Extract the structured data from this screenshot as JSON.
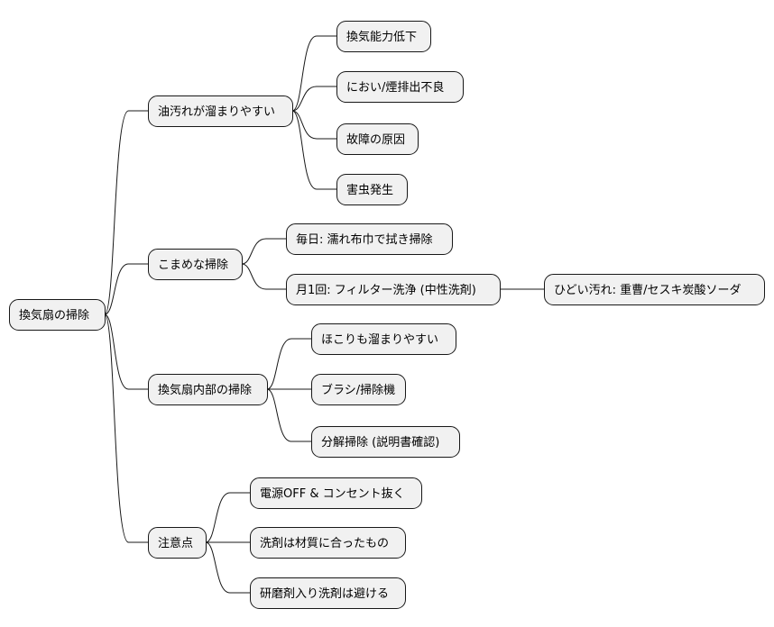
{
  "mindmap": {
    "root": {
      "id": "root",
      "label": "換気扇の掃除"
    },
    "nodes": [
      {
        "id": "oil",
        "parent": "root",
        "label": "油汚れが溜まりやすい"
      },
      {
        "id": "oil-1",
        "parent": "oil",
        "label": "換気能力低下"
      },
      {
        "id": "oil-2",
        "parent": "oil",
        "label": "におい/煙排出不良"
      },
      {
        "id": "oil-3",
        "parent": "oil",
        "label": "故障の原因"
      },
      {
        "id": "oil-4",
        "parent": "oil",
        "label": "害虫発生"
      },
      {
        "id": "daily",
        "parent": "root",
        "label": "こまめな掃除"
      },
      {
        "id": "daily-1",
        "parent": "daily",
        "label": "毎日: 濡れ布巾で拭き掃除"
      },
      {
        "id": "daily-2",
        "parent": "daily",
        "label": "月1回: フィルター洗浄 (中性洗剤)"
      },
      {
        "id": "daily-2-1",
        "parent": "daily-2",
        "label": "ひどい汚れ: 重曹/セスキ炭酸ソーダ"
      },
      {
        "id": "inner",
        "parent": "root",
        "label": "換気扇内部の掃除"
      },
      {
        "id": "inner-1",
        "parent": "inner",
        "label": "ほこりも溜まりやすい"
      },
      {
        "id": "inner-2",
        "parent": "inner",
        "label": "ブラシ/掃除機"
      },
      {
        "id": "inner-3",
        "parent": "inner",
        "label": "分解掃除 (説明書確認)"
      },
      {
        "id": "caution",
        "parent": "root",
        "label": "注意点"
      },
      {
        "id": "caution-1",
        "parent": "caution",
        "label": "電源OFF & コンセント抜く"
      },
      {
        "id": "caution-2",
        "parent": "caution",
        "label": "洗剤は材質に合ったもの"
      },
      {
        "id": "caution-3",
        "parent": "caution",
        "label": "研磨剤入り洗剤は避ける"
      }
    ]
  }
}
